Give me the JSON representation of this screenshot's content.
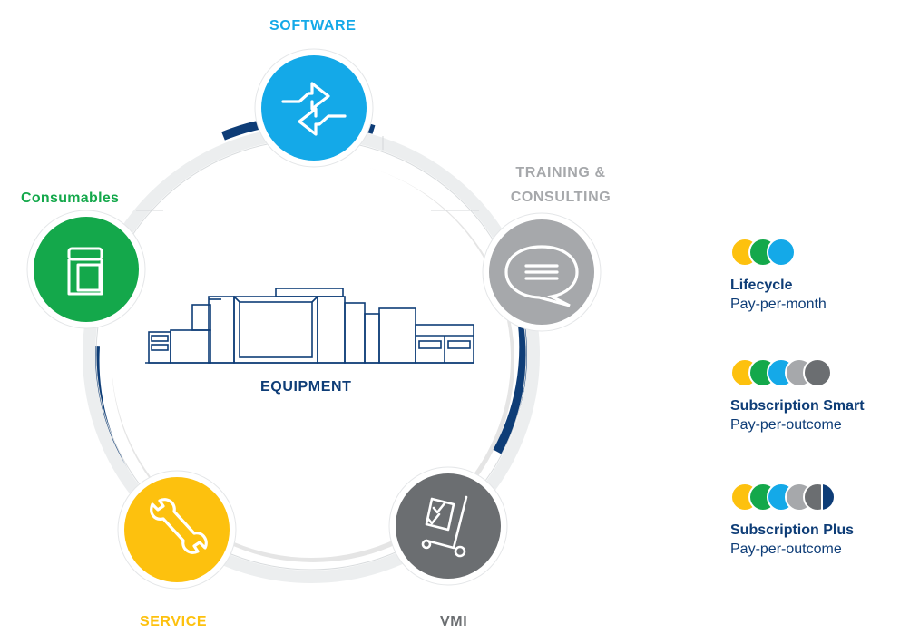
{
  "nodes": {
    "software": {
      "label": "SOFTWARE",
      "color": "#14a9e8"
    },
    "training": {
      "label_line1": "TRAINING &",
      "label_line2": "CONSULTING",
      "color": "#a6a8ab"
    },
    "vmi": {
      "label": "VMI",
      "color": "#6b6e71"
    },
    "service": {
      "label": "SERVICE",
      "color": "#fdc10e"
    },
    "consumables": {
      "label": "Consumables",
      "color": "#14a84b"
    }
  },
  "center": {
    "label": "EQUIPMENT"
  },
  "colors": {
    "navy": "#0e3d77",
    "ring": "#eeeff0"
  },
  "legend": [
    {
      "name": "Lifecycle",
      "sub": "Pay-per-month",
      "dots": [
        "#fdc10e",
        "#14a84b",
        "#14a9e8"
      ]
    },
    {
      "name": "Subscription Smart",
      "sub": "Pay-per-outcome",
      "dots": [
        "#fdc10e",
        "#14a84b",
        "#14a9e8",
        "#a6a8ab",
        "#6b6e71"
      ]
    },
    {
      "name": "Subscription Plus",
      "sub": "Pay-per-outcome",
      "dots": [
        "#fdc10e",
        "#14a84b",
        "#14a9e8",
        "#a6a8ab",
        "#6b6e71",
        "#0e3d77"
      ]
    }
  ]
}
